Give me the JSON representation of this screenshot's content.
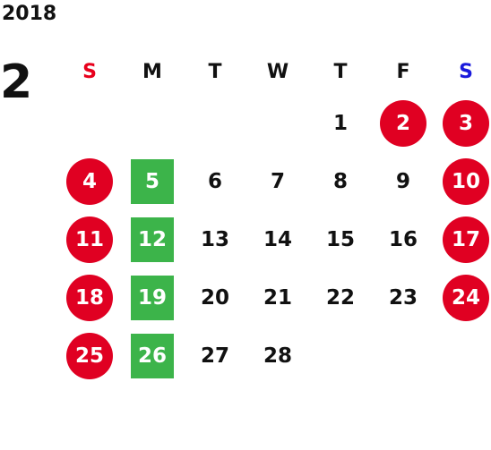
{
  "year": "2018",
  "month": "2",
  "weekdays": [
    "S",
    "M",
    "T",
    "W",
    "T",
    "F",
    "S"
  ],
  "colors": {
    "holiday": "#e00022",
    "closed": "#3cb44a",
    "sunday_header": "#e8001c",
    "saturday_header": "#1a1adc"
  },
  "weeks": [
    [
      "",
      "",
      "",
      "",
      "1",
      "2",
      "3"
    ],
    [
      "4",
      "5",
      "6",
      "7",
      "8",
      "9",
      "10"
    ],
    [
      "11",
      "12",
      "13",
      "14",
      "15",
      "16",
      "17"
    ],
    [
      "18",
      "19",
      "20",
      "21",
      "22",
      "23",
      "24"
    ],
    [
      "25",
      "26",
      "27",
      "28",
      "",
      "",
      ""
    ]
  ],
  "holidays": [
    "2",
    "3",
    "4",
    "10",
    "11",
    "17",
    "18",
    "24",
    "25"
  ],
  "closed_days": [
    "5",
    "12",
    "19",
    "26"
  ]
}
